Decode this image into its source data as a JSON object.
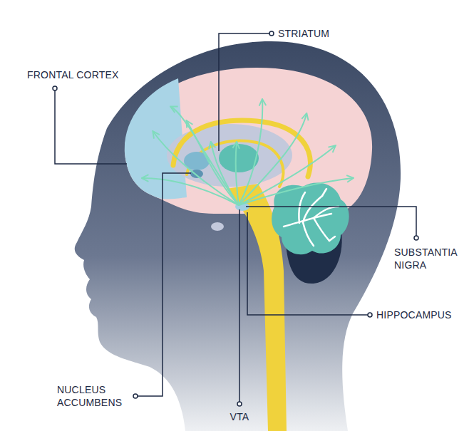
{
  "diagram": {
    "labels": [
      "STRIATUM",
      "FRONTAL CORTEX",
      "SUBSTANTIA NIGRA",
      "HIPPOCAMPUS",
      "NUCLEUS ACCUMBENS",
      "VTA"
    ]
  }
}
